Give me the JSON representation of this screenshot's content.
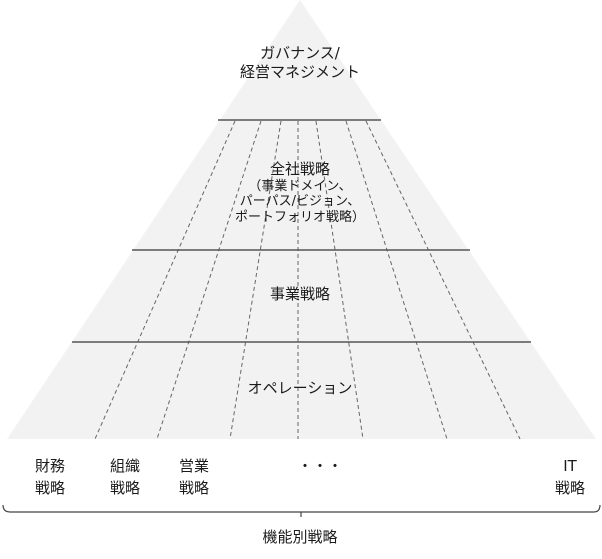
{
  "diagram": {
    "type": "pyramid",
    "colors": {
      "fill": "#f2f2f2",
      "divider": "#555555",
      "dashed": "#666666",
      "text": "#1a1a1a"
    },
    "layers": [
      {
        "id": "governance",
        "title_line1": "ガバナンス/",
        "title_line2": "経営マネジメント"
      },
      {
        "id": "corporate",
        "title": "全社戦略",
        "subtitle_lines": [
          "（事業ドメイン、",
          "パーパス/ビジョン、",
          "ポートフォリオ戦略）"
        ]
      },
      {
        "id": "business",
        "title": "事業戦略"
      },
      {
        "id": "operation",
        "title": "オペレーション"
      }
    ],
    "functions": [
      {
        "line1": "財務",
        "line2": "戦略"
      },
      {
        "line1": "組織",
        "line2": "戦略"
      },
      {
        "line1": "営業",
        "line2": "戦略"
      },
      {
        "line1": "・・・",
        "line2": ""
      },
      {
        "line1": "IT",
        "line2": "戦略"
      }
    ],
    "bracket_label": "機能別戦略"
  }
}
